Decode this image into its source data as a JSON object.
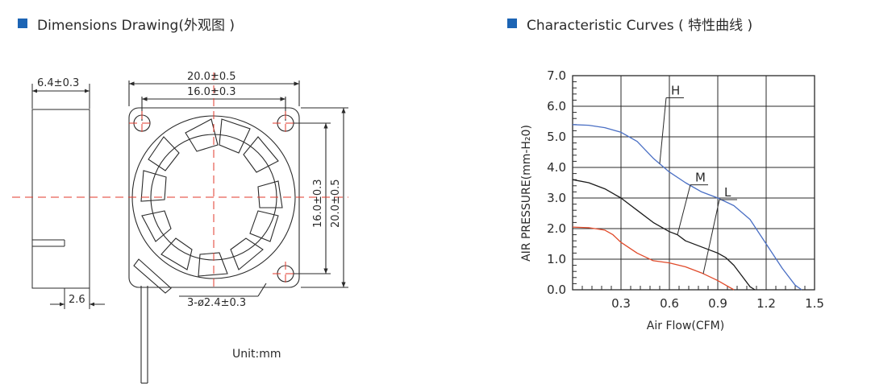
{
  "theme": {
    "accent": "#1c64b4",
    "line": "#2a2a2a",
    "dash": "#e0392b"
  },
  "left_section": {
    "title": "Dimensions Drawing(外观图 )",
    "dims": {
      "thickness": "6.4±0.3",
      "width_outer": "20.0±0.5",
      "hole_pitch_h": "16.0±0.3",
      "hole_pitch_v": "16.0±0.3",
      "height_outer": "20.0±0.5",
      "lead_offset": "2.6",
      "holes": "3-ø2.4±0.3"
    },
    "unit": "Unit:mm"
  },
  "right_section": {
    "title": "Characteristic Curves ( 特性曲线 )"
  },
  "chart_data": {
    "type": "line",
    "title": "",
    "xlabel": "Air Flow(CFM)",
    "ylabel": "AIR PRESSURE(mm-H₂0)",
    "xlim": [
      0,
      1.5
    ],
    "ylim": [
      0,
      7.0
    ],
    "x_ticks": [
      "0.3",
      "0.6",
      "0.9",
      "1.2",
      "1.5"
    ],
    "y_ticks": [
      "0.0",
      "1.0",
      "2.0",
      "3.0",
      "4.0",
      "5.0",
      "6.0",
      "7.0"
    ],
    "grid": true,
    "series": [
      {
        "name": "H",
        "color": "#4a6fc4",
        "x": [
          0,
          0.1,
          0.2,
          0.3,
          0.4,
          0.5,
          0.6,
          0.7,
          0.8,
          0.9,
          1.0,
          1.1,
          1.2,
          1.3,
          1.38,
          1.42
        ],
        "y": [
          5.4,
          5.38,
          5.3,
          5.15,
          4.85,
          4.3,
          3.85,
          3.5,
          3.2,
          3.0,
          2.75,
          2.3,
          1.5,
          0.7,
          0.15,
          0
        ]
      },
      {
        "name": "M",
        "color": "#1a1a1a",
        "x": [
          0,
          0.1,
          0.2,
          0.3,
          0.4,
          0.5,
          0.6,
          0.65,
          0.7,
          0.8,
          0.9,
          0.95,
          1.0,
          1.05,
          1.1,
          1.13
        ],
        "y": [
          3.6,
          3.5,
          3.3,
          3.0,
          2.6,
          2.2,
          1.9,
          1.8,
          1.6,
          1.4,
          1.2,
          1.05,
          0.8,
          0.45,
          0.1,
          0
        ]
      },
      {
        "name": "L",
        "color": "#e04a2a",
        "x": [
          0,
          0.1,
          0.2,
          0.25,
          0.3,
          0.4,
          0.5,
          0.6,
          0.7,
          0.8,
          0.9,
          0.95,
          1.0
        ],
        "y": [
          2.05,
          2.03,
          1.95,
          1.8,
          1.55,
          1.2,
          0.95,
          0.88,
          0.75,
          0.55,
          0.3,
          0.15,
          0
        ]
      }
    ],
    "annotations": [
      {
        "text": "H",
        "series": "H",
        "at_x": 0.54
      },
      {
        "text": "M",
        "series": "M",
        "at_x": 0.65
      },
      {
        "text": "L",
        "series": "L",
        "at_x": 0.81
      }
    ]
  }
}
